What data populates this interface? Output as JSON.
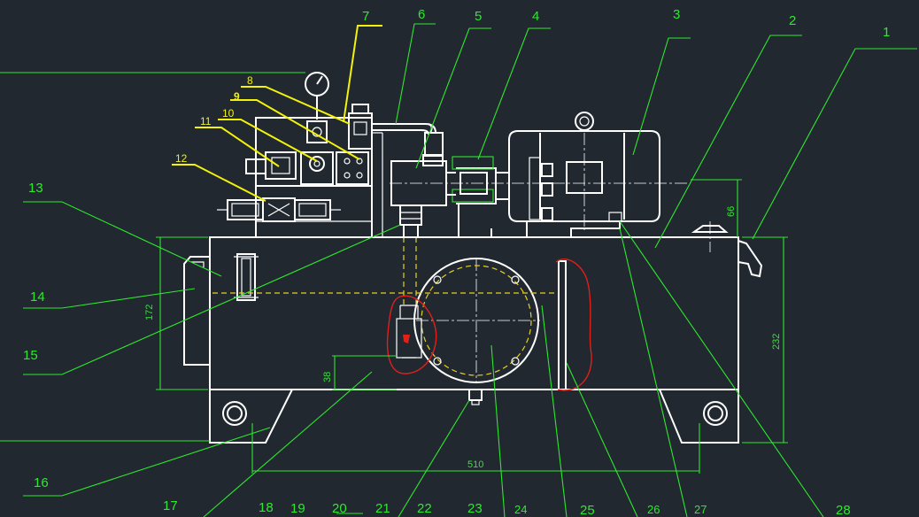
{
  "drawing": {
    "callouts_top": [
      "1",
      "2",
      "3",
      "4",
      "5",
      "6",
      "7"
    ],
    "callouts_valve": [
      "8",
      "9",
      "10",
      "11",
      "12"
    ],
    "callouts_left": [
      "13",
      "14",
      "15",
      "16",
      "17"
    ],
    "callouts_bottom": [
      "18",
      "19",
      "20",
      "21",
      "22",
      "23",
      "24",
      "25",
      "26",
      "27",
      "28"
    ],
    "dimensions": {
      "height_motor": "66",
      "height_left": "172",
      "height_right": "232",
      "base_width": "510",
      "height_low": "38"
    }
  },
  "colors": {
    "background": "#212830",
    "outline": "#ffffff",
    "leader": "#2ee82e",
    "highlight_leader": "#f2f20a",
    "markup": "#e0201a"
  }
}
